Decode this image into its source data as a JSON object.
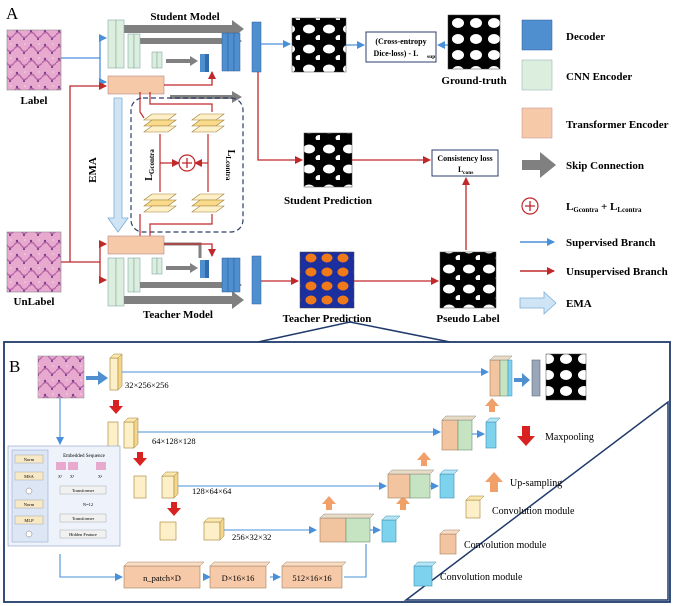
{
  "panel_a": {
    "letter": "A",
    "student_model": "Student Model",
    "teacher_model": "Teacher Model",
    "ema_vertical": "EMA",
    "label_image": "Label",
    "unlabel_image": "UnLabel",
    "ground_truth": "Ground-truth",
    "student_prediction": "Student Prediction",
    "teacher_prediction": "Teacher Prediction",
    "pseudo_label": "Pseudo Label",
    "sup_loss_line1": "(Cross-entropy",
    "sup_loss_line2": "Dice-loss) - L",
    "sup_loss_sub": "sup",
    "cons_loss_line1": "Consistency loss",
    "cons_loss_main": "L",
    "cons_loss_sub": "cons",
    "l_gcontra_main": "L",
    "l_gcontra_sub": "Gcontra",
    "l_lcontra_main": "L",
    "l_lcontra_sub": "Lcontra"
  },
  "legend": {
    "decoder": "Decoder",
    "cnn_encoder": "CNN Encoder",
    "transformer_encoder": "Transformer Encoder",
    "skip_connection": "Skip Connection",
    "sum_main_a": "L",
    "sum_sub_a": "Gcontra",
    "sum_plus": " + L",
    "sum_sub_b": "Lcontra",
    "supervised": "Supervised Branch",
    "unsupervised": "Unsupervised Branch",
    "ema": "EMA"
  },
  "panel_b": {
    "letter": "B",
    "dim_1": "32×256×256",
    "dim_2": "64×128×128",
    "dim_3": "128×64×64",
    "dim_4": "256×32×32",
    "bottleneck_1": "n_patch×D",
    "bottleneck_2": "D×16×16",
    "bottleneck_3": "512×16×16",
    "legend_maxpool": "Maxpooling",
    "legend_upsample": "Up-sampling",
    "legend_conv1": "Convolution module",
    "legend_conv2": "Convolution module",
    "legend_conv3": "Convolution module",
    "inset_embedded": "Embedded Sequence",
    "inset_transformer_1": "Transformer",
    "inset_transformer_2": "Transformer",
    "inset_n": "N=12",
    "inset_hidden": "Hidden Feature",
    "inset_norm_1": "Norm",
    "inset_msa": "MSA",
    "inset_norm_2": "Norm",
    "inset_mlp": "MLP",
    "inset_x1": "X¹",
    "inset_x2": "X²",
    "inset_xn": "Xⁿ"
  },
  "colors": {
    "decoder_blue": "#4f8fd0",
    "cnn_green": "#dceedd",
    "transformer_peach": "#f6c9a8",
    "unsup_red": "#c0282a",
    "sup_blue": "#4a8fd9",
    "skip_gray": "#808080",
    "ema_light": "#cfe5f6",
    "conv_yellow": "#fdf0c8",
    "conv_peach": "#f3c4a0",
    "conv_cyan": "#7dd3ee",
    "conv_green": "#c6e3c2",
    "panel_b_border": "#1f3a6b"
  }
}
